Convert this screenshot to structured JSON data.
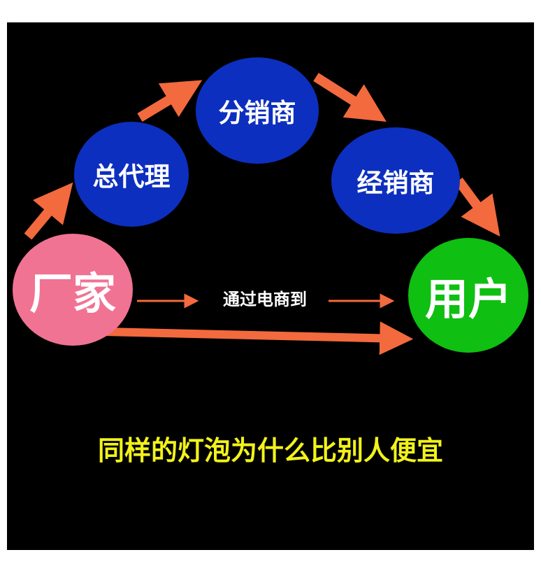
{
  "nodes": {
    "factory": {
      "label": "厂家",
      "color": "#f07393"
    },
    "general_agent": {
      "label": "总代理",
      "color": "#0d2fbf"
    },
    "distributor": {
      "label": "分销商",
      "color": "#0d2fbf"
    },
    "dealer": {
      "label": "经销商",
      "color": "#0d2fbf"
    },
    "user": {
      "label": "用户",
      "color": "#0fbf12"
    }
  },
  "edge_label": "通过电商到",
  "caption": "同样的灯泡为什么比别人便宜",
  "colors": {
    "background": "#000000",
    "arrow": "#f26a3e",
    "caption": "#f2f21a"
  }
}
